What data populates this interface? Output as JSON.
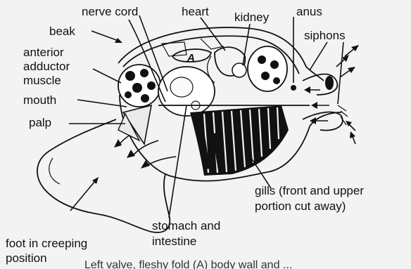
{
  "labels": {
    "nerve_cord": "nerve cord",
    "heart": "heart",
    "kidney": "kidney",
    "anus": "anus",
    "beak": "beak",
    "siphons": "siphons",
    "anterior": "anterior",
    "adductor": "adductor",
    "muscle": "muscle",
    "mouth": "mouth",
    "palp": "palp",
    "shell_region_a": "A",
    "gills_line1": "gills (front and upper",
    "gills_line2": "portion cut away)",
    "stomach_line1": "stomach and",
    "stomach_line2": "intestine",
    "foot_line1": "foot in creeping",
    "foot_line2": "position"
  },
  "caption": "Left valve, fleshy fold (A) body wall and ..."
}
